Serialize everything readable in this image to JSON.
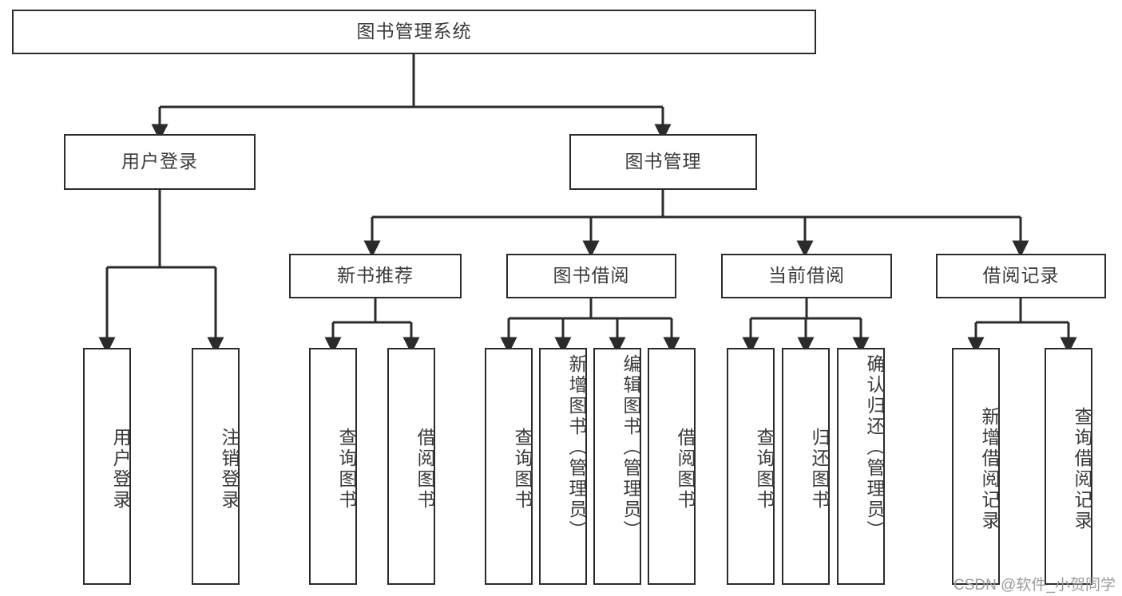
{
  "diagram": {
    "title": "图书管理系统",
    "watermark": "CSDN @软件_小贺同学",
    "stroke_color": "#2b2b2b",
    "text_color": "#3a3a3a",
    "background_color": "#ffffff",
    "type": "tree-hierarchy",
    "root": {
      "label": "图书管理系统"
    },
    "level2": [
      {
        "label": "用户登录"
      },
      {
        "label": "图书管理"
      }
    ],
    "level3": [
      {
        "label": "新书推荐"
      },
      {
        "label": "图书借阅"
      },
      {
        "label": "当前借阅"
      },
      {
        "label": "借阅记录"
      }
    ],
    "leaves": {
      "user_login": [
        {
          "label": "用户登录"
        },
        {
          "label": "注销登录"
        }
      ],
      "new_book_recommend": [
        {
          "label": "查询图书"
        },
        {
          "label": "借阅图书"
        }
      ],
      "book_borrow": [
        {
          "label": "查询图书"
        },
        {
          "label": "新增图书（管理员）"
        },
        {
          "label": "编辑图书（管理员）"
        },
        {
          "label": "借阅图书"
        }
      ],
      "current_borrow": [
        {
          "label": "查询图书"
        },
        {
          "label": "归还图书"
        },
        {
          "label": "确认归还（管理员）"
        }
      ],
      "borrow_record": [
        {
          "label": "新增借阅记录"
        },
        {
          "label": "查询借阅记录"
        }
      ]
    }
  }
}
